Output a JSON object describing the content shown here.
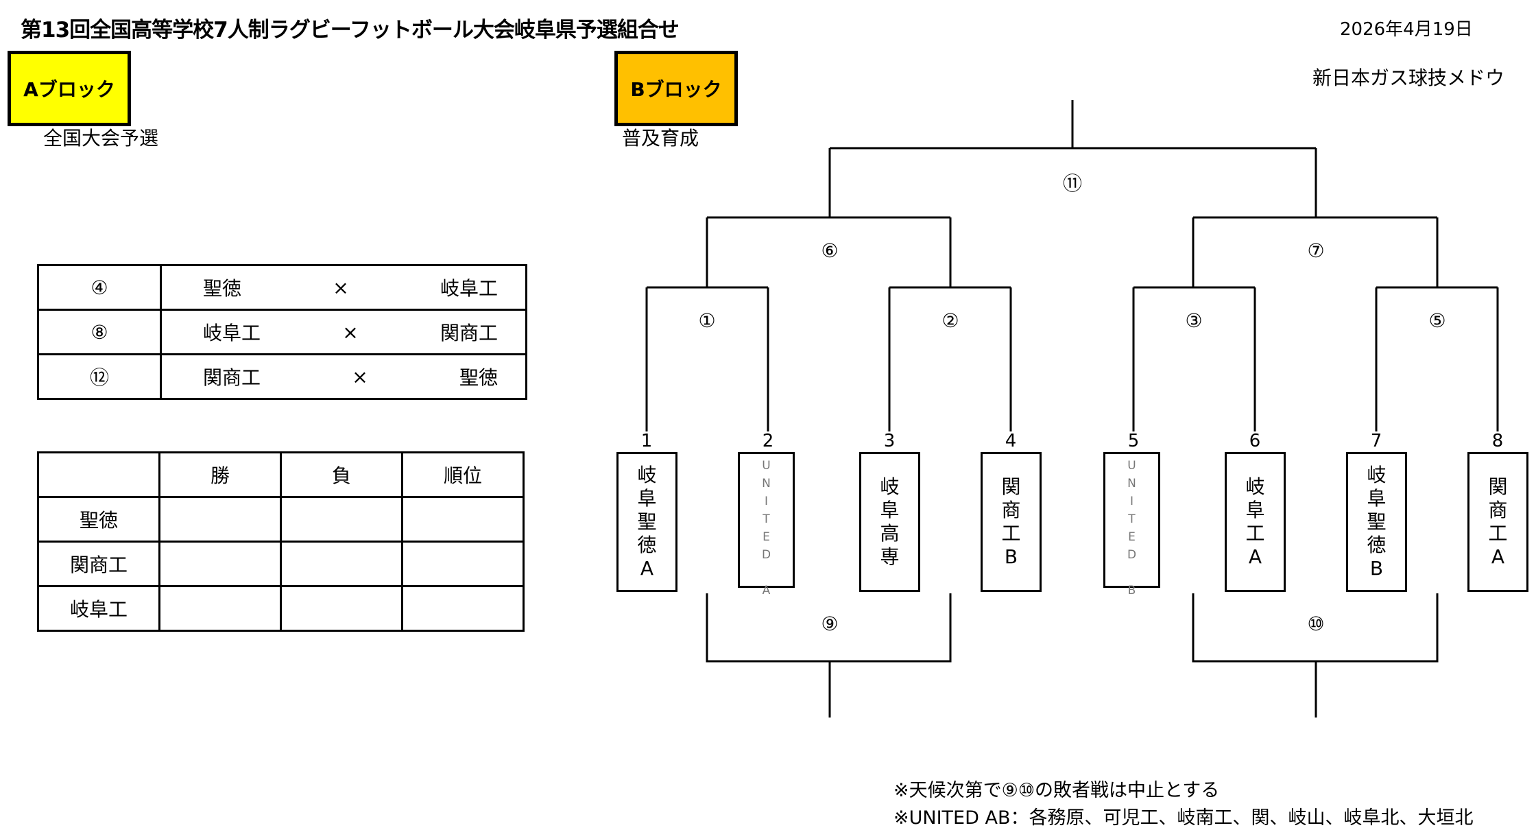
{
  "header": {
    "title": "第13回全国高等学校7人制ラグビーフットボール大会岐阜県予選組合せ",
    "date": "2026年4月19日",
    "venue": "新日本ガス球技メドウ"
  },
  "blocks": {
    "a": {
      "label": "Aブロック",
      "sub": "全国大会予選",
      "color": "#FFFF00"
    },
    "b": {
      "label": "Bブロック",
      "sub": "普及育成",
      "color": "#FFC000"
    }
  },
  "matches": [
    {
      "no": "④",
      "home": "聖徳",
      "vs": "×",
      "away": "岐阜工"
    },
    {
      "no": "⑧",
      "home": "岐阜工",
      "vs": "×",
      "away": "関商工"
    },
    {
      "no": "⑫",
      "home": "関商工",
      "vs": "×",
      "away": "聖徳"
    }
  ],
  "standings": {
    "headers": [
      "",
      "勝",
      "負",
      "順位"
    ],
    "rows": [
      {
        "team": "聖徳",
        "win": "",
        "loss": "",
        "rank": ""
      },
      {
        "team": "関商工",
        "win": "",
        "loss": "",
        "rank": ""
      },
      {
        "team": "岐阜工",
        "win": "",
        "loss": "",
        "rank": ""
      }
    ]
  },
  "bracket": {
    "teams": [
      {
        "seed": "1",
        "chars": [
          "岐",
          "阜",
          "聖",
          "徳",
          "A"
        ],
        "united": false
      },
      {
        "seed": "2",
        "chars": [
          "U",
          "N",
          "I",
          "T",
          "E",
          "D",
          "",
          "A"
        ],
        "united": true
      },
      {
        "seed": "3",
        "chars": [
          "岐",
          "阜",
          "高",
          "専"
        ],
        "united": false
      },
      {
        "seed": "4",
        "chars": [
          "関",
          "商",
          "工",
          "B"
        ],
        "united": false
      },
      {
        "seed": "5",
        "chars": [
          "U",
          "N",
          "I",
          "T",
          "E",
          "D",
          "",
          "B"
        ],
        "united": true
      },
      {
        "seed": "6",
        "chars": [
          "岐",
          "阜",
          "工",
          "A"
        ],
        "united": false
      },
      {
        "seed": "7",
        "chars": [
          "岐",
          "阜",
          "聖",
          "徳",
          "B"
        ],
        "united": false
      },
      {
        "seed": "8",
        "chars": [
          "関",
          "商",
          "工",
          "A"
        ],
        "united": false
      }
    ],
    "match_labels": {
      "m1": "①",
      "m2": "②",
      "m3": "③",
      "m5": "⑤",
      "m6": "⑥",
      "m7": "⑦",
      "m9": "⑨",
      "m10": "⑩",
      "m11": "⑪"
    }
  },
  "notes": [
    "※天候次第で⑨⑩の敗者戦は中止とする",
    "※UNITED AB：各務原、可児工、岐南工、関、岐山、岐阜北、大垣北"
  ]
}
